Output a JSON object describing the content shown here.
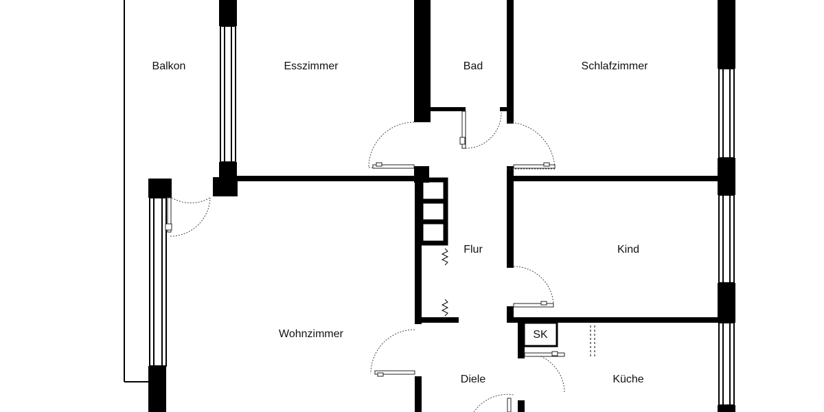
{
  "floorplan": {
    "rooms": {
      "balkon": "Balkon",
      "esszimmer": "Esszimmer",
      "bad": "Bad",
      "schlafzimmer": "Schlafzimmer",
      "flur": "Flur",
      "kind": "Kind",
      "wohnzimmer": "Wohnzimmer",
      "sk": "SK",
      "diele": "Diele",
      "kueche": "Küche"
    },
    "colors": {
      "wall": "#000000",
      "background": "#ffffff",
      "thin_line": "#333333",
      "text": "#111111"
    }
  }
}
